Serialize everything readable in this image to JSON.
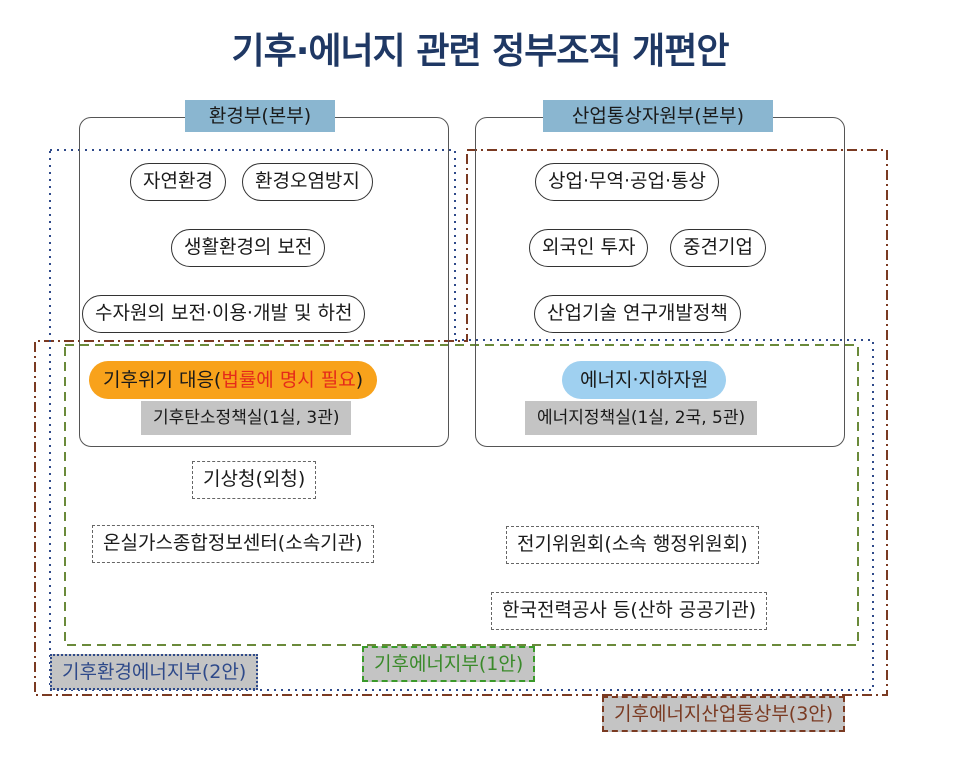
{
  "title": "기후·에너지 관련 정부조직 개편안",
  "colors": {
    "title": "#1f3864",
    "ministry_label_bg": "#8ab6d0",
    "climate_pill_bg": "#f8a21b",
    "climate_pill_highlight_text": "#e52a1a",
    "energy_pill_bg": "#9fd0f0",
    "gray_label_bg": "#c4c4c4",
    "plan1_line": "#3a9a2a",
    "plan2_line": "#2f4a8a",
    "plan3_line": "#7a3a22"
  },
  "environment_ministry": {
    "label": "환경부(본부)",
    "functions": [
      "자연환경",
      "환경오염방지",
      "생활환경의 보전",
      "수자원의 보전·이용·개발 및 하천"
    ],
    "climate_pill": {
      "prefix": "기후위기 대응(",
      "highlight": "법률에 명시 필요",
      "suffix": ")"
    },
    "office": "기후탄소정책실(1실, 3관)"
  },
  "industry_ministry": {
    "label": "산업통상자원부(본부)",
    "functions": [
      "상업·무역·공업·통상",
      "외국인 투자",
      "중견기업",
      "산업기술 연구개발정책"
    ],
    "energy_pill": "에너지·지하자원",
    "office": "에너지정책실(1실, 2국, 5관)"
  },
  "affiliated": {
    "kma": "기상청(외청)",
    "ghg_center": "온실가스종합정보센터(소속기관)",
    "electricity_commission": "전기위원회(소속 행정위원회)",
    "kepco": "한국전력공사 등(산하 공공기관)"
  },
  "plans": {
    "plan1": "기후에너지부(1안)",
    "plan2": "기후환경에너지부(2안)",
    "plan3": "기후에너지산업통상부(3안)"
  }
}
